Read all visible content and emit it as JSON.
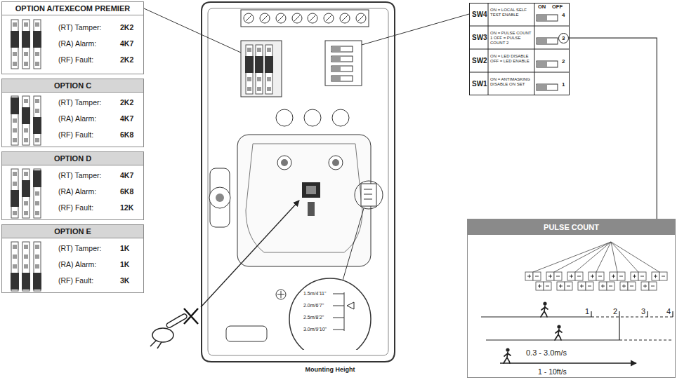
{
  "diagram": {
    "nodes": [
      {
        "text": [
          "OPTION A/TEXECOM PREMIER",
          "(RT) Tamper:",
          "2K2",
          "(RA) Alarm:",
          "4K7",
          "(RF) Fault:",
          "2K2"
        ]
      },
      {
        "text": [
          "OPTION C",
          "(RT) Tamper:",
          "2K2",
          "(RA) Alarm:",
          "4K7",
          "(RF) Fault:",
          "6K8"
        ]
      },
      {
        "text": [
          "OPTION D",
          "(RT) Tamper:",
          "4K7",
          "(RA) Alarm:",
          "6K8",
          "(RF) Fault:",
          "12K"
        ]
      },
      {
        "text": [
          "OPTION E",
          "(RT) Tamper:",
          "1K",
          "(RA) Alarm:",
          "1K",
          "(RF) Fault:",
          "3K"
        ]
      },
      {
        "text": [
          "ON",
          "OFF",
          "SW4",
          "ON = LOCAL SELF TEST ENABLE",
          "4",
          "SW3",
          "ON = PULSE COUNT 1 OFF = PULSE COUNT 2",
          "3",
          "SW2",
          "ON = LED DISABLE OFF = LED ENABLE",
          "2",
          "SW1",
          "ON = ANTIMASKING DISABLE ON SET",
          "1"
        ]
      },
      {
        "text": [
          "PULSE COUNT",
          "1",
          "2",
          "3",
          "4",
          "0.3 - 3.0m/s",
          "1 - 10ft/s"
        ]
      },
      {
        "text": [
          "1.5m/4'11\"",
          "2.0m/6'7\"",
          "2.5m/8'2\"",
          "3.0m/9'10\"",
          "Mounting Height"
        ]
      }
    ],
    "edges": [
      {
        "from": 4,
        "to": 5,
        "arrow": "none"
      }
    ]
  }
}
